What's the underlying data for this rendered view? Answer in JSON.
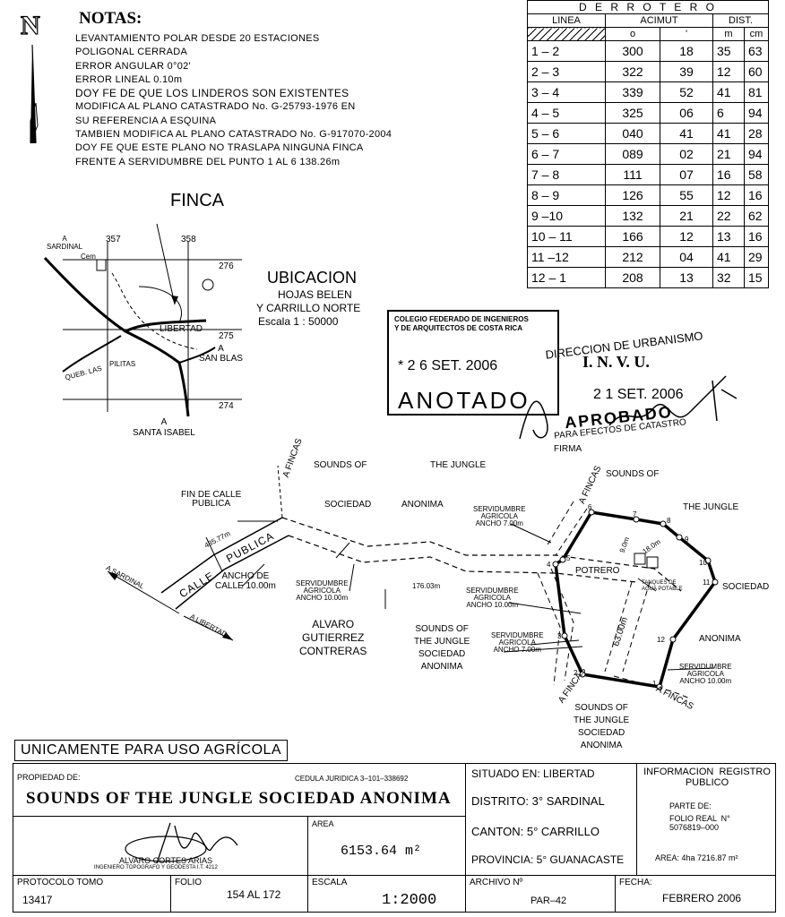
{
  "notes": {
    "title": "NOTAS:",
    "lines": [
      "LEVANTAMIENTO POLAR DESDE 20 ESTACIONES",
      "POLIGONAL CERRADA",
      "ERROR ANGULAR 0°02'",
      "ERROR LINEAL 0.10m",
      "DOY FE DE QUE LOS LINDEROS SON EXISTENTES",
      "MODIFICA AL PLANO CATASTRADO No. G-25793-1976 EN",
      "SU REFERENCIA A ESQUINA",
      "TAMBIEN MODIFICA AL PLANO CATASTRADO No. G-917070-2004",
      "DOY FE QUE ESTE PLANO NO TRASLAPA NINGUNA FINCA",
      "FRENTE A SERVIDUMBRE DEL PUNTO 1 AL 6  138.26m"
    ]
  },
  "derrotero": {
    "title": "D E R R O T E R O",
    "col_linea": "LINEA",
    "col_acimut": "ACIMUT",
    "col_dist": "DIST.",
    "sub_deg": "o",
    "sub_min": "'",
    "sub_m": "m",
    "sub_cm": "cm",
    "rows": [
      [
        "1  –  2",
        "300",
        "18",
        "35",
        "63"
      ],
      [
        "2  –  3",
        "322",
        "39",
        "12",
        "60"
      ],
      [
        "3  –  4",
        "339",
        "52",
        "41",
        "81"
      ],
      [
        "4  –  5",
        "325",
        "06",
        "6",
        "94"
      ],
      [
        "5  –  6",
        "040",
        "41",
        "41",
        "28"
      ],
      [
        "6  –  7",
        "089",
        "02",
        "21",
        "94"
      ],
      [
        "7  –  8",
        "111",
        "07",
        "16",
        "58"
      ],
      [
        "8  –  9",
        "126",
        "55",
        "12",
        "16"
      ],
      [
        "9  –10",
        "132",
        "21",
        "22",
        "62"
      ],
      [
        "10  –  11",
        "166",
        "12",
        "13",
        "16"
      ],
      [
        "11  –12",
        "212",
        "04",
        "41",
        "29"
      ],
      [
        "12  –  1",
        "208",
        "13",
        "32",
        "15"
      ]
    ]
  },
  "location": {
    "finca": "FINCA",
    "n357": "357",
    "n358": "358",
    "n276": "276",
    "n275": "275",
    "n274": "274",
    "a_sardinal": "A\nSARDINAL",
    "cem": "Cem",
    "libertad": "LIBERTAD",
    "a_san_blas": "A\nSAN BLAS",
    "queb": "QUEB. LAS",
    "pilitas": "PILITAS",
    "a_santa_isabel": "A\nSANTA ISABEL",
    "ubicacion": "UBICACION",
    "hojas": "HOJAS BELEN",
    "carrillo": "Y CARRILLO NORTE",
    "escala": "Escala   1 : 50000"
  },
  "stamps": {
    "colegio1": "COLEGIO FEDERADO DE INGENIEROS",
    "colegio2": "Y DE ARQUITECTOS DE COSTA RICA",
    "date1": "*  2 6  SET. 2006",
    "anotado": "ANOTADO",
    "direccion": "DIRECCION DE URBANISMO",
    "invu": "I. N. V. U.",
    "date2": "2 1  SET. 2006",
    "aprobado": "APROBADO",
    "para": "PARA EFECTOS DE CATASTRO",
    "firma": "FIRMA"
  },
  "plan": {
    "a_fincas_1": "A FINCAS",
    "sounds_of_1": "SOUNDS OF",
    "the_jungle_1": "THE JUNGLE",
    "sociedad_1": "SOCIEDAD",
    "anonima_1": "ANONIMA",
    "fin_calle": "FIN DE CALLE\nPUBLICA",
    "dist_435": "435.77m",
    "calle": "CALLE",
    "publica": "PUBLICA",
    "ancho_calle": "ANCHO DE\nCALLE 10.00m",
    "a_sardinal": "A SARDINAL",
    "a_libertad": "A LIBERTAD",
    "serv_top": "SERVIDUMBRE\nAGRICOLA\nANCHO 7.00m",
    "serv_left": "SERVIDUMBRE\nAGRICOLA\nANCHO 10.00m",
    "dist_176": "176.03m",
    "alvaro": "ALVARO\nGUTIERREZ\nCONTRERAS",
    "serv_mid1": "SERVIDUMBRE\nAGRICOLA\nANCHO 10.00m",
    "serv_mid2": "SERVIDUMBRE\nAGRICOLA\nANCHO 7.00m",
    "sounds_mid": "SOUNDS OF\nTHE JUNGLE\nSOCIEDAD\nANONIMA",
    "a_fincas_2": "A FINCAS",
    "sounds_of_2": "SOUNDS OF",
    "the_jungle_2": "THE JUNGLE",
    "sociedad_2": "SOCIEDAD",
    "anonima_2": "ANONIMA",
    "potrero": "POTRERO",
    "dim_9": "9.0m",
    "dim_18": "18.0m",
    "tanques": "TANQUES DE\nAGUA POTABLE",
    "dim_63": "63.00m",
    "serv_right": "SERVIDUMBRE\nAGRICOLA\nANCHO 10.00m",
    "a_fincas_3": "A FINCAS",
    "a_fincas_4": "A FINCAS",
    "sounds_bottom": "SOUNDS OF\nTHE JUNGLE\nSOCIEDAD\nANONIMA",
    "points": [
      "1",
      "2",
      "3",
      "4",
      "5",
      "6",
      "7",
      "8",
      "9",
      "10",
      "11",
      "12"
    ]
  },
  "uso": "UNICAMENTE PARA USO AGRÍCOLA",
  "title_block": {
    "propiedad_label": "PROPIEDAD DE:",
    "cedula": "CEDULA JURIDICA 3–101–338692",
    "owner": "SOUNDS OF THE JUNGLE SOCIEDAD ANONIMA",
    "surveyor": "ALVARO CORTES ARIAS",
    "surveyor_title": "INGENIERO TOPOGRAFO Y GEODESTA I.T. 4212",
    "area_label": "AREA",
    "area_value": "6153.64  m²",
    "protocolo_label": "PROTOCOLO TOMO",
    "protocolo_value": "13417",
    "folio_label": "FOLIO",
    "folio_value": "154  AL  172",
    "escala_label": "ESCALA",
    "escala_value": "1:2000",
    "situado": "SITUADO  EN: LIBERTAD",
    "distrito": "DISTRITO:  3°  SARDINAL",
    "canton": "CANTON:  5°  CARRILLO",
    "provincia": "PROVINCIA: 5°  GUANACASTE",
    "archivo_label": "ARCHIVO Nº",
    "archivo_value": "PAR–42",
    "info_registro": "INFORMACION  REGISTRO\nPUBLICO",
    "parte_de": "PARTE DE:",
    "folio_real": "FOLIO REAL  N°\n5076819–000",
    "area_reg": "AREA: 4ha  7216.87  m²",
    "fecha_label": "FECHA:",
    "fecha_value": "FEBRERO  2006"
  }
}
